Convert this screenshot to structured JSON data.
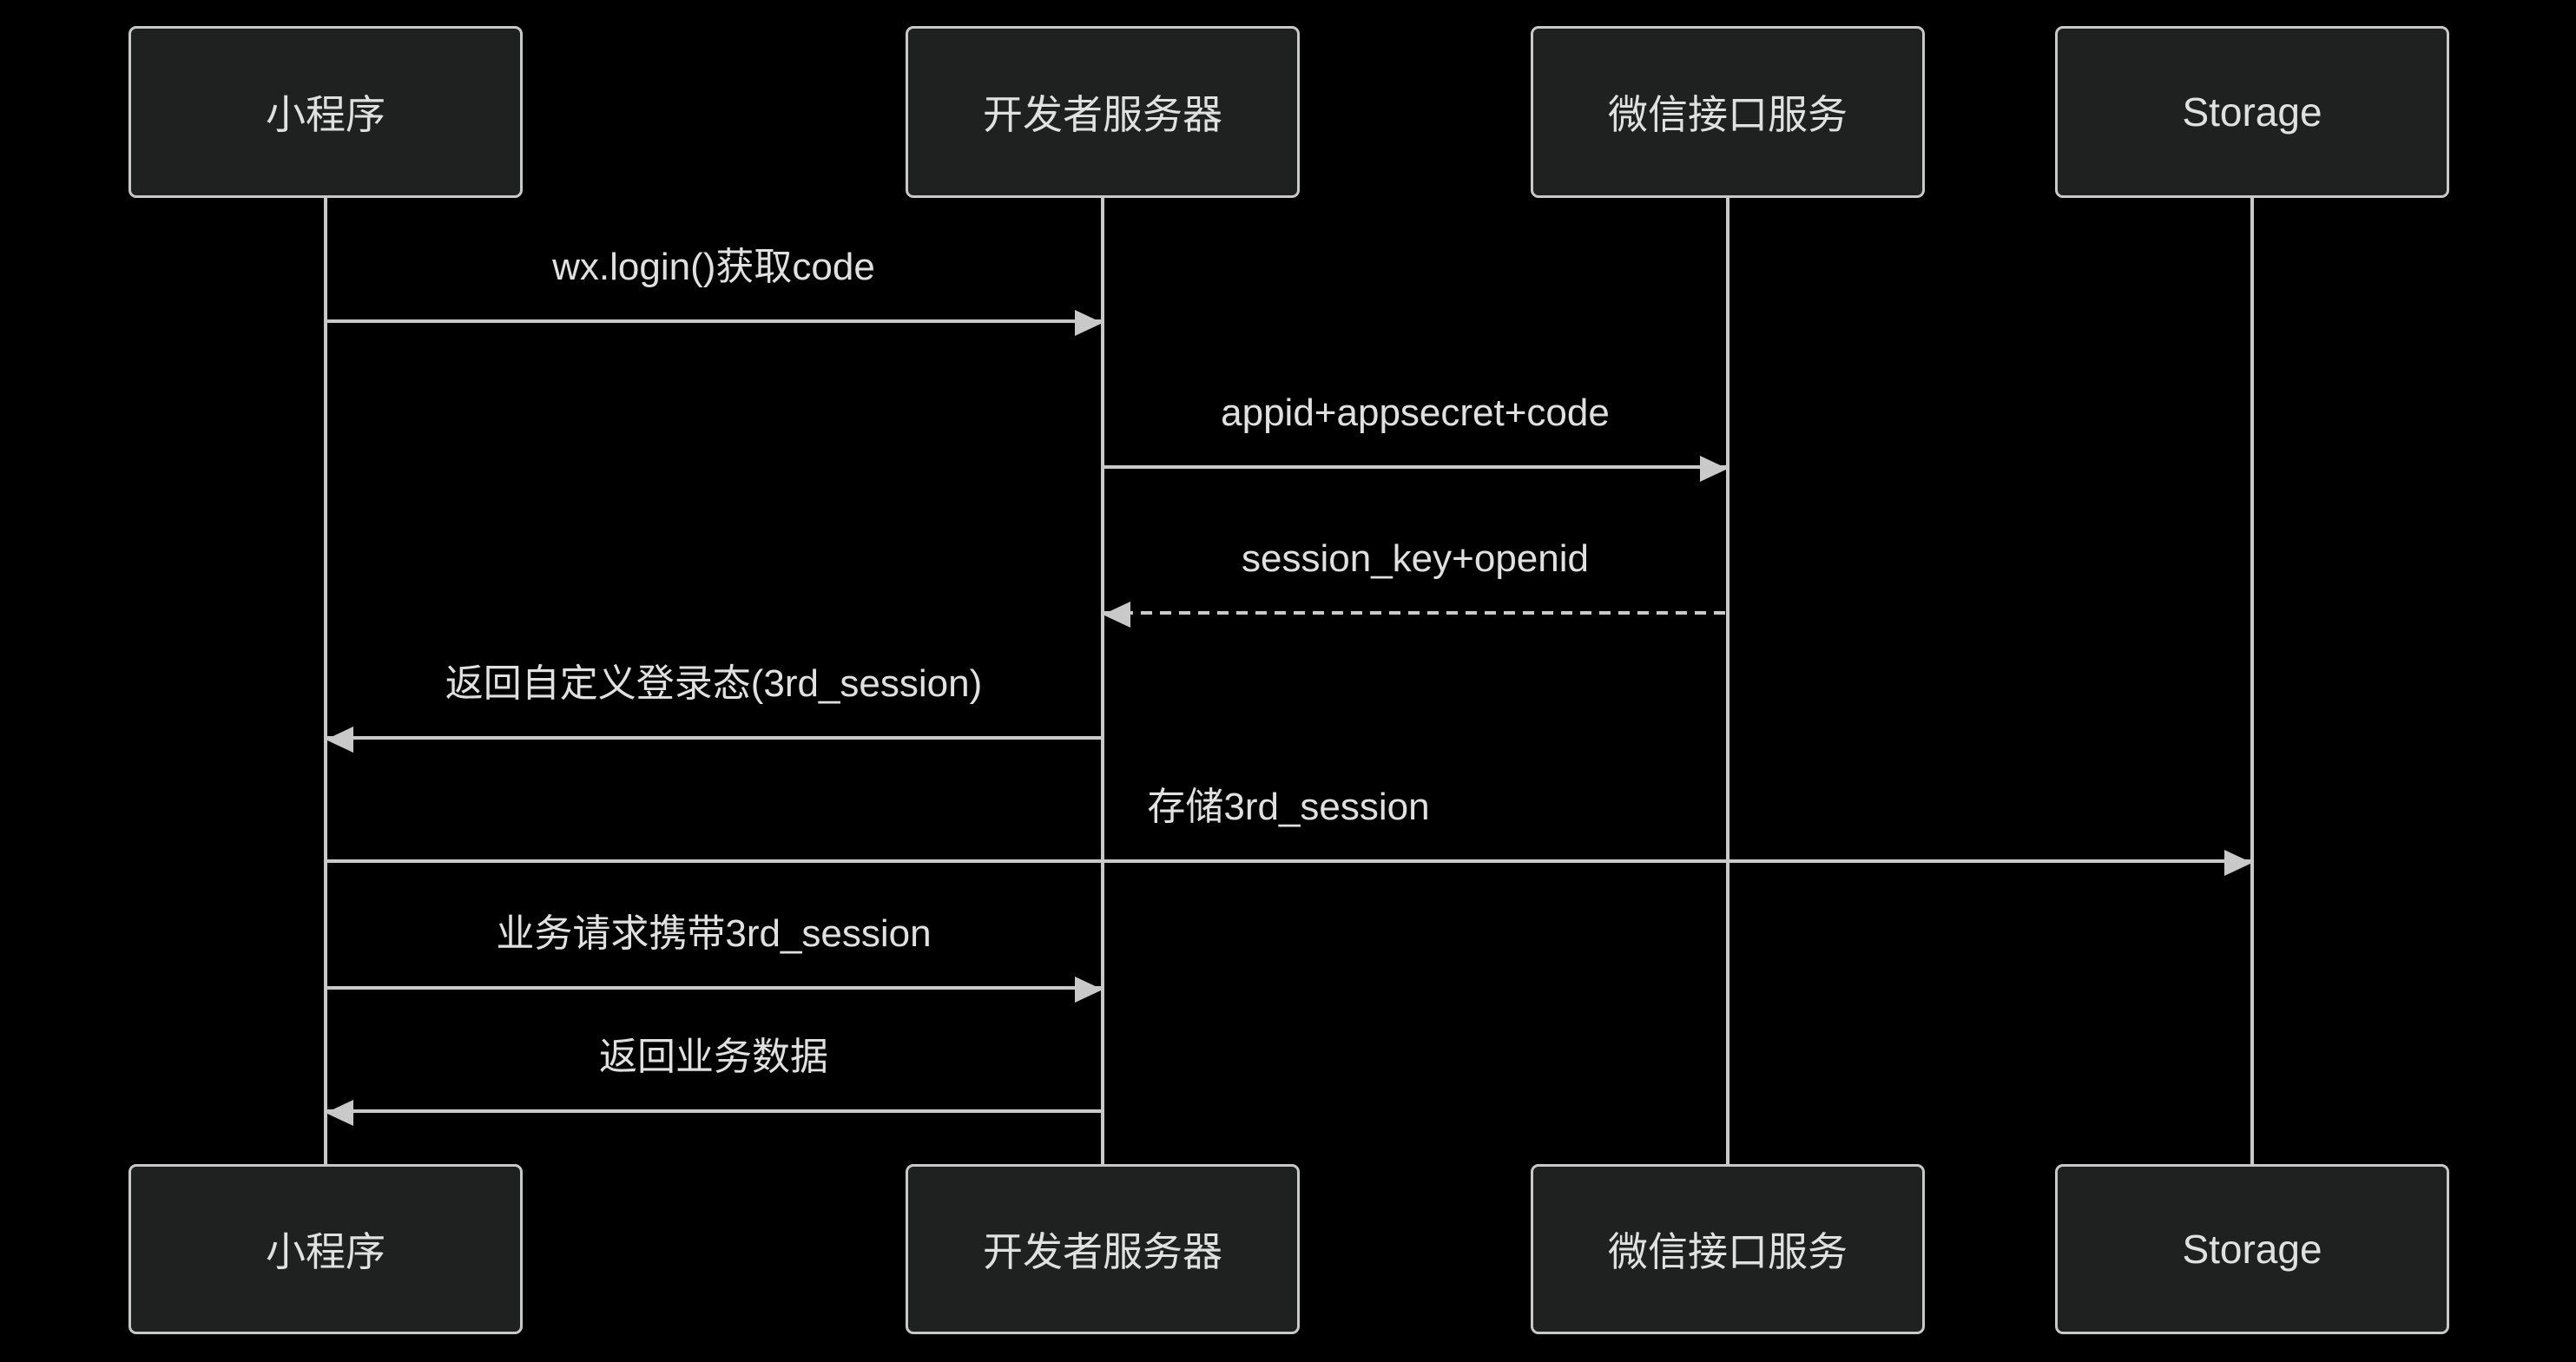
{
  "diagram_type": "sequence-diagram",
  "colors": {
    "background": "#000000",
    "actor_fill": "#1f2020",
    "actor_border": "#c8c8c8",
    "line": "#c9c9c9",
    "text": "#e0e0e0"
  },
  "actors": [
    {
      "label": "小程序"
    },
    {
      "label": "开发者服务器"
    },
    {
      "label": "微信接口服务"
    },
    {
      "label": "Storage"
    }
  ],
  "messages": [
    {
      "label": "wx.login()获取code",
      "from": "小程序",
      "to": "开发者服务器",
      "line": "solid",
      "direction": "right"
    },
    {
      "label": "appid+appsecret+code",
      "from": "开发者服务器",
      "to": "微信接口服务",
      "line": "solid",
      "direction": "right"
    },
    {
      "label": "session_key+openid",
      "from": "微信接口服务",
      "to": "开发者服务器",
      "line": "dashed",
      "direction": "left"
    },
    {
      "label": "返回自定义登录态(3rd_session)",
      "from": "开发者服务器",
      "to": "小程序",
      "line": "solid",
      "direction": "left"
    },
    {
      "label": "存储3rd_session",
      "from": "小程序",
      "to": "Storage",
      "line": "solid",
      "direction": "right"
    },
    {
      "label": "业务请求携带3rd_session",
      "from": "小程序",
      "to": "开发者服务器",
      "line": "solid",
      "direction": "right"
    },
    {
      "label": "返回业务数据",
      "from": "开发者服务器",
      "to": "小程序",
      "line": "solid",
      "direction": "left"
    }
  ]
}
